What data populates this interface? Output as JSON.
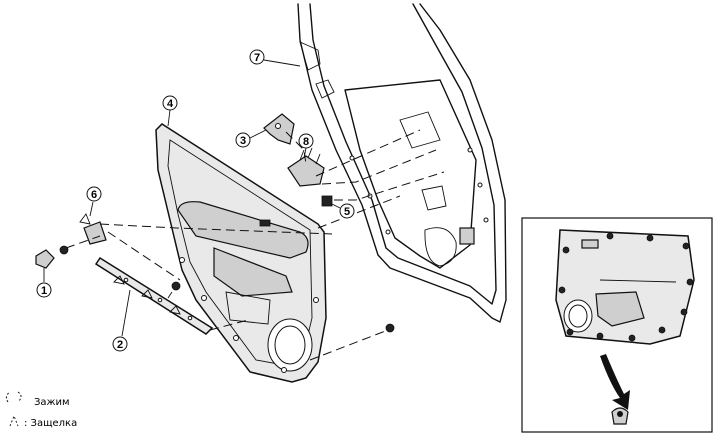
{
  "callouts": [
    {
      "id": "callout-1",
      "label": "1"
    },
    {
      "id": "callout-2",
      "label": "2"
    },
    {
      "id": "callout-3",
      "label": "3"
    },
    {
      "id": "callout-4",
      "label": "4"
    },
    {
      "id": "callout-5",
      "label": "5"
    },
    {
      "id": "callout-6",
      "label": "6"
    },
    {
      "id": "callout-7",
      "label": "7"
    },
    {
      "id": "callout-8",
      "label": "8"
    }
  ],
  "legend": {
    "clip_label": "Зажим",
    "latch_label": ": Защелка"
  }
}
